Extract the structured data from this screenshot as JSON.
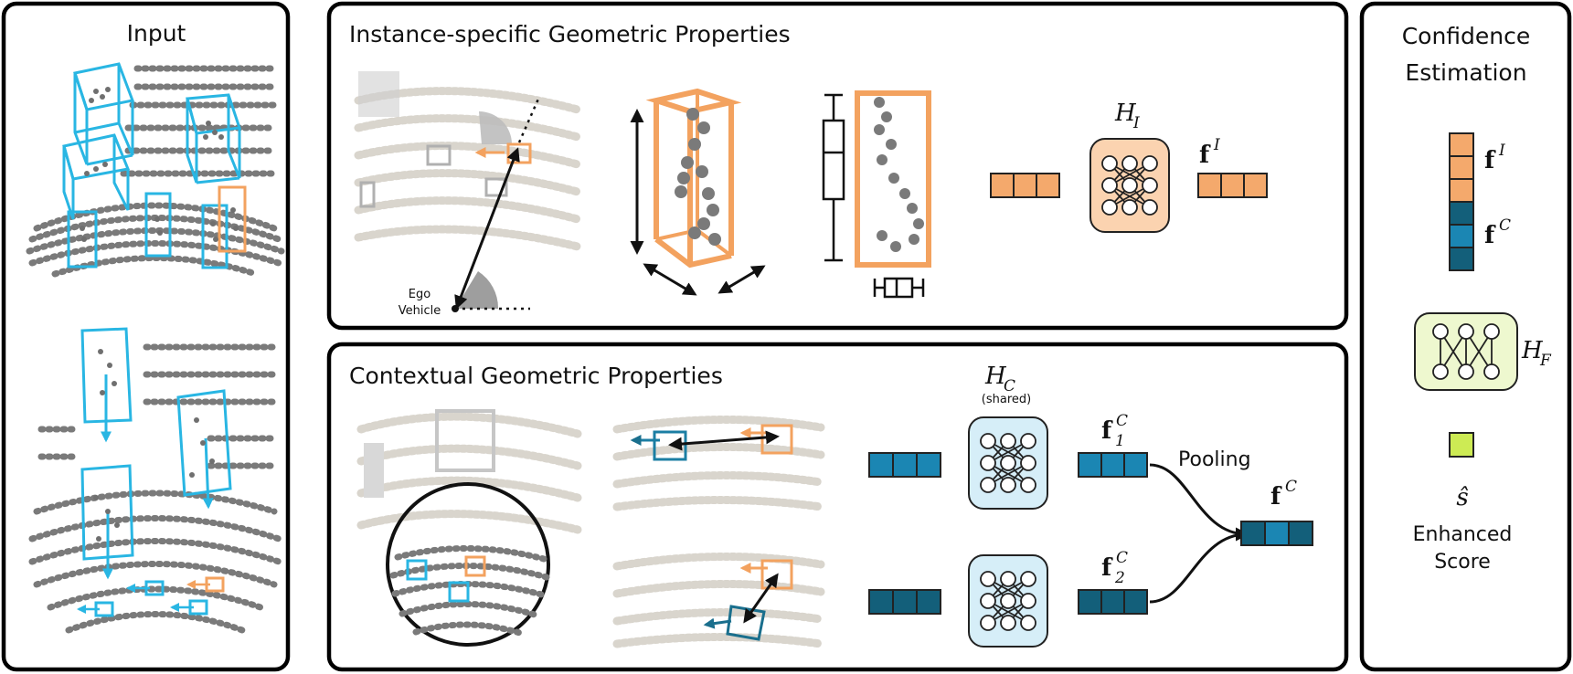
{
  "panels": {
    "input": {
      "title": "Input"
    },
    "instance": {
      "title": "Instance-specific Geometric Properties",
      "ego_label_line1": "Ego",
      "ego_label_line2": "Vehicle",
      "network_label": "H",
      "network_sub": "I",
      "feature_label": "f",
      "feature_sup": "I"
    },
    "contextual": {
      "title": "Contextual Geometric Properties",
      "network_label": "H",
      "network_sub": "C",
      "network_note": "(shared)",
      "feature1_label": "f",
      "feature1_sub": "1",
      "feature1_sup": "C",
      "feature2_label": "f",
      "feature2_sub": "2",
      "feature2_sup": "C",
      "pooling_label": "Pooling",
      "pooled_label": "f",
      "pooled_sup": "C"
    },
    "confidence": {
      "title_line1": "Confidence",
      "title_line2": "Estimation",
      "feat_i_label": "f",
      "feat_i_sup": "I",
      "feat_c_label": "f",
      "feat_c_sup": "C",
      "network_label": "H",
      "network_sub": "F",
      "score_symbol": "ŝ",
      "score_line1": "Enhanced",
      "score_line2": "Score"
    }
  },
  "colors": {
    "instance_orange": "#f4a96c",
    "context_blue": "#1b86b3",
    "context_dark": "#135f7a",
    "score_green": "#cdeb54",
    "box_cyan": "#29b6e3",
    "net_orange_bg": "#fbd3b0",
    "net_blue_bg": "#d6eef8",
    "net_green_bg": "#eef8cf"
  },
  "icons": [
    "network-icon",
    "boxplot-icon",
    "arrow-icon"
  ]
}
